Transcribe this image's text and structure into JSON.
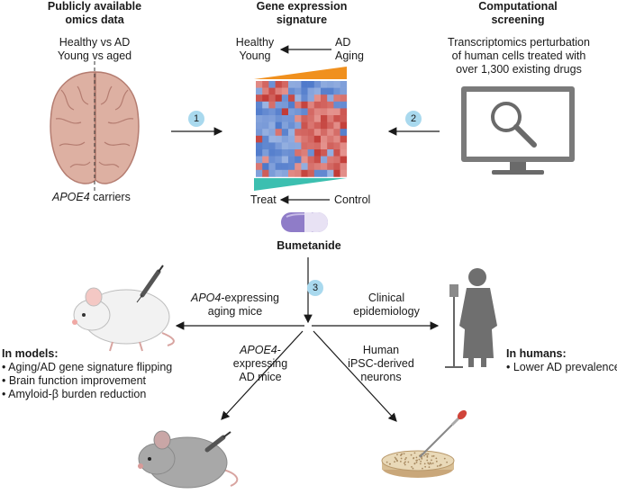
{
  "columns": {
    "omics": {
      "title_line1": "Publicly available",
      "title_line2": "omics data",
      "sub_line1": "Healthy vs AD",
      "sub_line2": "Young vs aged",
      "carriers_gene": "APOE4",
      "carriers_text": " carriers"
    },
    "signature": {
      "title_line1": "Gene expression",
      "title_line2": "signature",
      "left_line1": "Healthy",
      "left_line2": "Young",
      "right_line1": "AD",
      "right_line2": "Aging",
      "treat": "Treat",
      "control": "Control"
    },
    "screening": {
      "title_line1": "Computational",
      "title_line2": "screening",
      "desc_line1": "Transcriptomics perturbation",
      "desc_line2": "of human cells treated with",
      "desc_line3": "over 1,300 existing drugs"
    }
  },
  "steps": {
    "one": "1",
    "two": "2",
    "three": "3"
  },
  "drug": "Bumetanide",
  "branches": {
    "aging_mice_gene": "APO4",
    "aging_mice_line1_rest": "-expressing",
    "aging_mice_line2": "aging mice",
    "clinical_line1": "Clinical",
    "clinical_line2": "epidemiology",
    "ad_mice_gene": "APOE4",
    "ad_mice_line1_rest": "-",
    "ad_mice_line2": "expressing",
    "ad_mice_line3": "AD mice",
    "neurons_line1": "Human",
    "neurons_line2": "iPSC-derived",
    "neurons_line3": "neurons"
  },
  "models": {
    "heading": "In models:",
    "items": [
      "Aging/AD gene signature flipping",
      "Brain function improvement",
      "Amyloid-β burden reduction"
    ]
  },
  "humans": {
    "heading": "In humans:",
    "items": [
      "Lower AD prevalence"
    ]
  },
  "colors": {
    "badge": "#a9d9ee",
    "heatmap_red": "#c8484a",
    "heatmap_blue": "#4a7ec4",
    "orange_wedge": "#f0901e",
    "teal_wedge": "#3cbfb0",
    "pill_purple": "#8f7cc8",
    "brain": "#ddb0a2",
    "mouse_white": "#f2f2f2",
    "mouse_gray": "#a8a8a8"
  },
  "icons": [
    "brain-icon",
    "heatmap-icon",
    "monitor-icon",
    "magnifier-icon",
    "pill-icon",
    "mouse-icon",
    "syringe-icon",
    "patient-icon",
    "iv-stand-icon",
    "petri-dish-icon",
    "pipette-icon"
  ]
}
